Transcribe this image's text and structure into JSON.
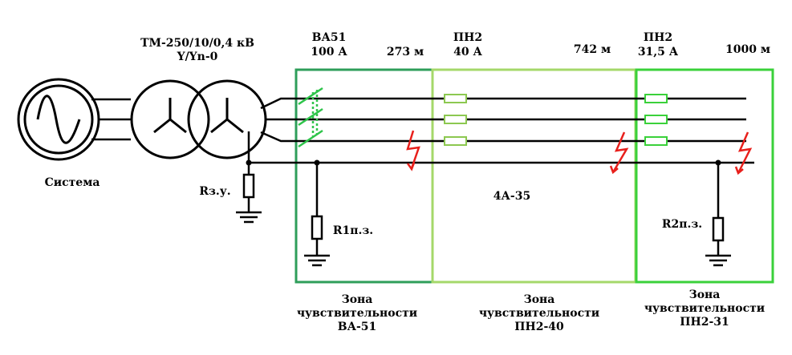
{
  "system": {
    "label": "Система"
  },
  "transformer": {
    "line1": "ТМ-250/10/0,4 кВ",
    "line2": "Y/Yn-0"
  },
  "breaker": {
    "line1": "ВА51",
    "line2": "100 А",
    "distance": "273 м"
  },
  "fuse1": {
    "line1": "ПН2",
    "line2": "40 А",
    "distance": "742 м"
  },
  "fuse2": {
    "line1": "ПН2",
    "line2": "31,5 А",
    "distance": "1000 м"
  },
  "resistors": {
    "source": "Rз.у.",
    "r1": "R1п.з.",
    "r2": "R2п.з."
  },
  "cable": {
    "label": "4А-35"
  },
  "zones": [
    {
      "line1": "Зона",
      "line2": "чувствительности",
      "line3": "ВА-51",
      "color": "#2e9e5a"
    },
    {
      "line1": "Зона",
      "line2": "чувствительности",
      "line3": "ПН2-40",
      "color": "#9fd65a"
    },
    {
      "line1": "Зона",
      "line2": "чувствительности",
      "line3": "ПН2-31",
      "color": "#3ad13a"
    }
  ],
  "colors": {
    "fault": "#e8201c",
    "fuse": "#8cc850",
    "breaker": "#2ec44a",
    "wire": "#000000"
  }
}
